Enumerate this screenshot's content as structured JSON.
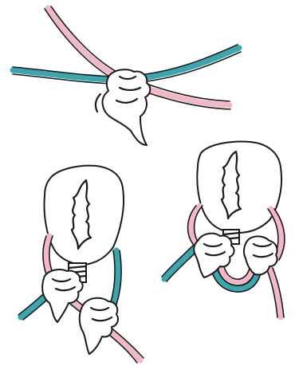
{
  "illustration": {
    "panels": [
      {
        "name": "panel-hand-holding-two-strands"
      },
      {
        "name": "panel-strands-around-base-left"
      },
      {
        "name": "panel-strands-around-base-right"
      }
    ]
  },
  "colors": {
    "pink_strand": "#f2b8c6",
    "blue_strand": "#3aa7b0",
    "outline": "#1a1a1a",
    "fur": "#ffffff"
  }
}
